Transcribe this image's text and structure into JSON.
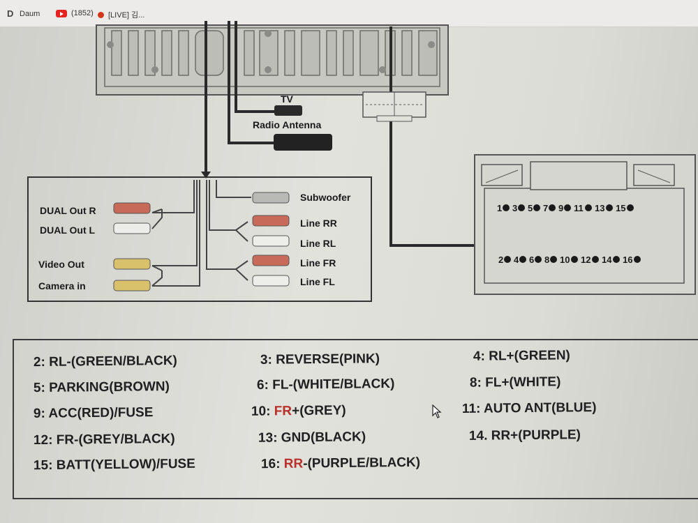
{
  "browser_tabs": [
    {
      "label": "Daum",
      "icon": "daum-icon"
    },
    {
      "label": "(1852)",
      "icon": "youtube-icon"
    },
    {
      "label": "[LIVE] 김...",
      "icon": "live-dot-icon"
    }
  ],
  "diagram": {
    "tv_label": "TV",
    "antenna_label": "Radio Antenna",
    "left_connectors": [
      "DUAL Out R",
      "DUAL Out L",
      "Video Out",
      "Camera in"
    ],
    "right_connectors": [
      "Subwoofer",
      "Line RR",
      "Line RL",
      "Line FR",
      "Line FL"
    ],
    "harness_top": [
      "1",
      "3",
      "5",
      "7",
      "9",
      "11",
      "13",
      "15"
    ],
    "harness_bottom": [
      "2",
      "4",
      "6",
      "8",
      "10",
      "12",
      "14",
      "16"
    ]
  },
  "pin_list": [
    {
      "text": "2: RL-(GREEN/BLACK)"
    },
    {
      "text": "3: REVERSE(PINK)"
    },
    {
      "text": "4: RL+(GREEN)"
    },
    {
      "text": "5: PARKING(BROWN)"
    },
    {
      "text": "6: FL-(WHITE/BLACK)"
    },
    {
      "text": "8: FL+(WHITE)"
    },
    {
      "text": "9: ACC(RED)/FUSE"
    },
    {
      "pre": "10: ",
      "red": "FR",
      "post": "+(GREY)"
    },
    {
      "text": "11: AUTO ANT(BLUE)"
    },
    {
      "text": "12: FR-(GREY/BLACK)"
    },
    {
      "text": "13: GND(BLACK)"
    },
    {
      "text": "14. RR+(PURPLE)"
    },
    {
      "text": "15: BATT(YELLOW)/FUSE"
    },
    {
      "pre": "16: ",
      "red": "RR",
      "post": "-(PURPLE/BLACK)"
    }
  ]
}
